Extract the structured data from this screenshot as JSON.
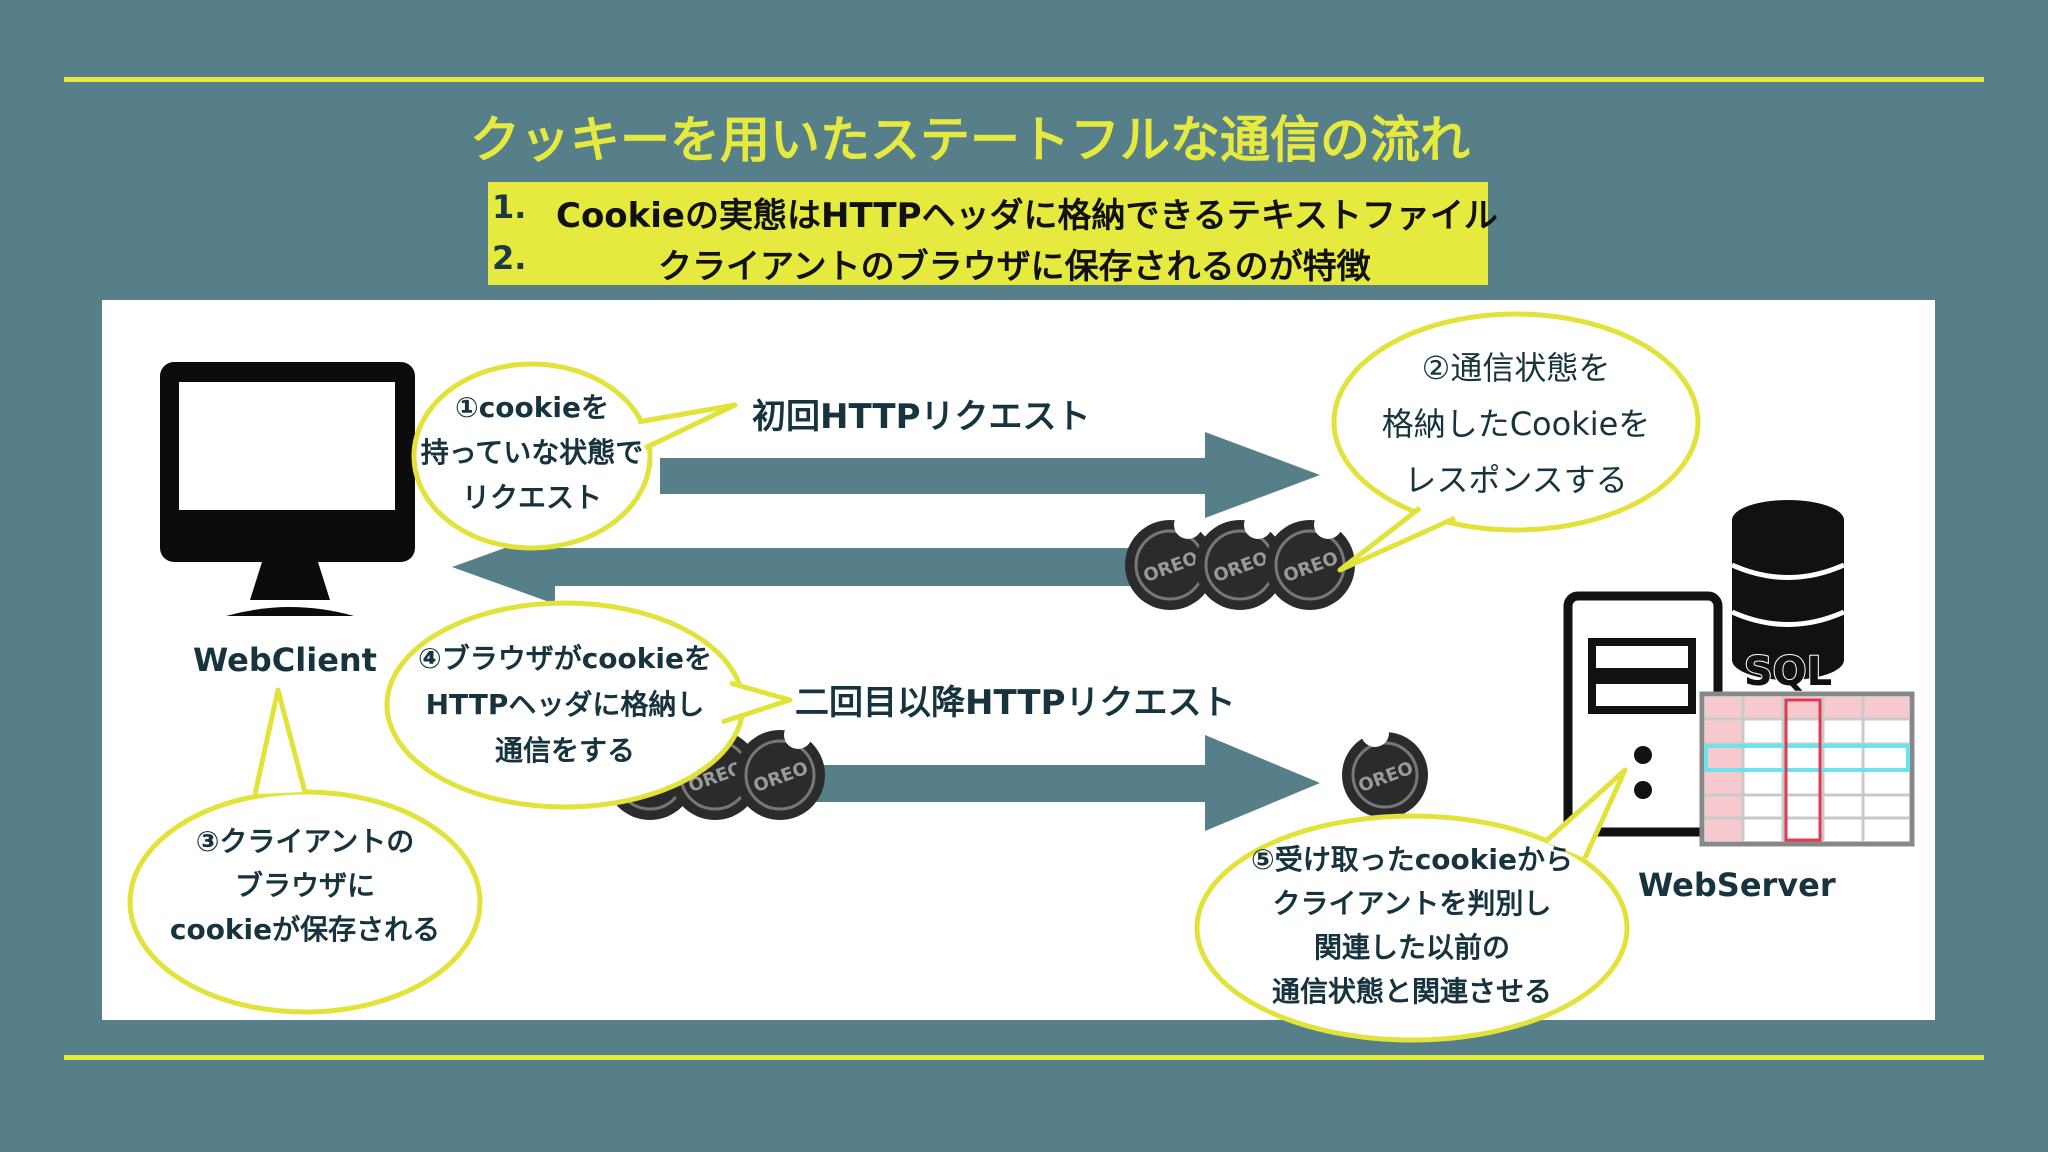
{
  "title": "クッキーを用いたステートフルな通信の流れ",
  "points": [
    {
      "num": "1.",
      "text": "Cookieの実態はHTTPヘッダに格納できるテキストファイル"
    },
    {
      "num": "2.",
      "text": "クライアントのブラウザに保存されるのが特徴"
    }
  ],
  "labels": {
    "client": "WebClient",
    "server": "WebServer",
    "sql": "SQL",
    "first_request": "初回HTTPリクエスト",
    "second_request": "二回目以降HTTPリクエスト",
    "cookie_brand": "OREO"
  },
  "bubbles": {
    "b1": [
      "①cookieを",
      "持っていな状態で",
      "リクエスト"
    ],
    "b2": [
      "②通信状態を",
      "格納したCookieを",
      "レスポンスする"
    ],
    "b3": [
      "③クライアントの",
      "ブラウザに",
      "cookieが保存される"
    ],
    "b4": [
      "④ブラウザがcookieを",
      "HTTPヘッダに格納し",
      "通信をする"
    ],
    "b5": [
      "⑤受け取ったcookieから",
      "クライアントを判別し",
      "関連した以前の",
      "通信状態と関連させる"
    ]
  },
  "colors": {
    "background": "#567f8a",
    "accent": "#e6ea3e",
    "arrow": "#567f8a",
    "text_dark": "#17343e"
  }
}
